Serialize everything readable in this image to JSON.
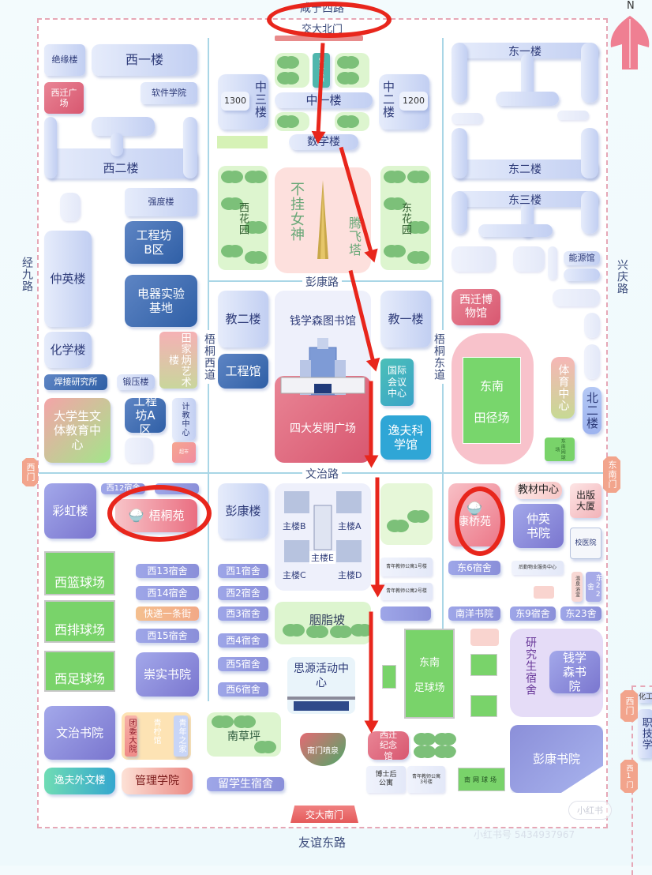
{
  "compass": {
    "label": "N"
  },
  "roads": {
    "north": "咸宁西路",
    "south": "友谊东路",
    "west": "经九路",
    "east": "兴庆路",
    "pengkang": "彭康路",
    "wenzhi": "文治路",
    "wutong_west": "梧桐西道",
    "wutong_east": "梧桐东道"
  },
  "gates": {
    "north": "交大北门",
    "south": "交大南门",
    "west": "西门",
    "southeast": "东南门",
    "annex_west": "西门",
    "annex_west1": "西1门"
  },
  "west_area": {
    "juyuan": "绝缘楼",
    "xiyi": "西一楼",
    "xiqian_square": "西迁广场",
    "software": "软件学院",
    "xier": "西二楼",
    "qiangdu": "强度楼",
    "gcf_b": "工程坊B区",
    "zhongying": "仲英楼",
    "dianqi": "电器实验基地",
    "huaxue": "化学楼",
    "tianjia": "田家炳艺术楼",
    "hanjie": "焊接研究所",
    "duanya": "锻压楼",
    "student_center": "大学生文体教育中心",
    "gcf_a": "工程坊A区",
    "jijiao": "计教中心",
    "small_shop": "超市"
  },
  "central_area": {
    "zhongsan": "中三楼",
    "room1300": "1300",
    "zhongyi": "中一楼",
    "zhonger": "中二楼",
    "room1200": "1200",
    "fountain": "饮水思源",
    "shuxue": "数学楼",
    "xihuayuan": "西花园",
    "donghuayuan": "东花园",
    "statue": "不挂女神",
    "tower": "腾飞塔",
    "jiaoer": "教二楼",
    "library": "钱学森图书馆",
    "jiaoyi": "教一楼",
    "gongcheng": "工程馆",
    "square": "四大发明广场",
    "conference": "国际会议中心",
    "yifu_science": "逸夫科学馆"
  },
  "east_area": {
    "dongyi": "东一楼",
    "donger": "东二楼",
    "dongsan": "东三楼",
    "nengyuan": "能源馆",
    "museum": "西迁博物馆",
    "stadium_line1": "东南",
    "stadium_line2": "田径场",
    "sports_center": "体育中心",
    "beier": "北二楼",
    "tennis_se": "东南网球场"
  },
  "south_west": {
    "caihong": "彩虹楼",
    "xi12": "西12宿舍",
    "wutongyuan": "梧桐苑",
    "basketball": "西篮球场",
    "volleyball": "西排球场",
    "football": "西足球场",
    "xi13": "西13宿舍",
    "xi14": "西14宿舍",
    "express": "快递一条街",
    "xi15": "西15宿舍",
    "chongshi": "崇实书院",
    "wenzhi_college": "文治书院",
    "tuanwei": "团委大院",
    "qinghuo": "青柠馆",
    "youth_home": "青年之家",
    "yifu_foreign": "逸夫外文楼",
    "management": "管理学院"
  },
  "south_central": {
    "pengkang_bldg": "彭康楼",
    "main_b": "主楼B",
    "main_a": "主楼A",
    "main_e": "主楼E",
    "main_c": "主楼C",
    "main_d": "主楼D",
    "xi1": "西1宿舍",
    "xi2": "西2宿舍",
    "xi3": "西3宿舍",
    "xi4": "西4宿舍",
    "xi5": "西5宿舍",
    "xi6": "西6宿舍",
    "yanzhipo": "胭脂坡",
    "siyuan": "思源活动中心",
    "nancaoping": "南草坪",
    "fountain_south": "南门喷泉",
    "intl_dorm": "留学生宿舍",
    "teacher_apt1": "青年教师公寓1号楼",
    "teacher_apt2": "青年教师公寓2号楼",
    "xiqian_memorial": "西迁纪念馆",
    "postdoc": "博士后公寓",
    "teacher_apt3": "青年教师公寓3号楼",
    "se_football_1": "东南",
    "se_football_2": "足球场"
  },
  "south_east": {
    "kangqiaoyuan": "康桥苑",
    "textbook": "教材中心",
    "publishing": "出版大厦",
    "zhongying_college": "仲英书院",
    "hospital": "校医院",
    "dong6": "东6宿舍",
    "logistics": "后勤物业服务中心",
    "bath": "温泉浴室",
    "dong22": "东22舍",
    "nanyang": "南洋书院",
    "dong9": "东9宿舍",
    "dong23": "东23舍",
    "grad_dorm": "研究生宿舍",
    "qian_college": "钱学森书院",
    "pengkang_college": "彭康书院",
    "tennis_south": "南网球场"
  },
  "annex": {
    "chemical": "化工",
    "vocational": "职技学"
  },
  "watermark": {
    "logo": "小红书",
    "id": "小红书号 5434937967"
  },
  "annotations": {
    "highlight_color": "#e8261c",
    "circled": [
      "交大北门",
      "梧桐苑",
      "康桥苑"
    ],
    "route": [
      "交大北门",
      "数学楼",
      "腾飞塔",
      "国际会议中心",
      "文治路",
      "西迁纪念馆"
    ]
  }
}
